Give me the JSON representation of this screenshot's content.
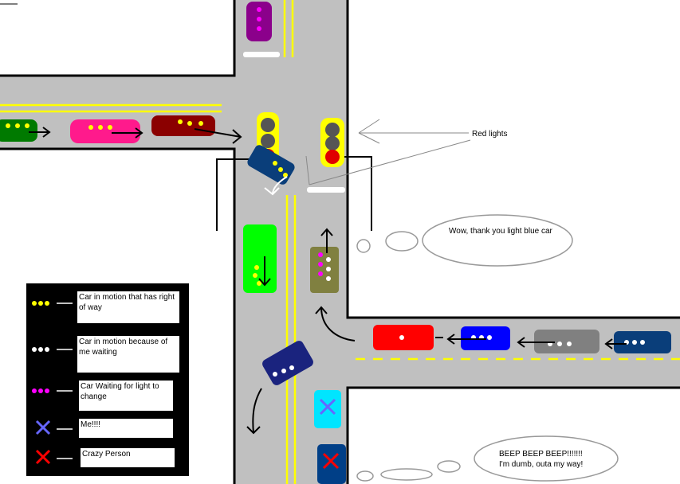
{
  "annotation": {
    "red_lights_label": "Red lights"
  },
  "bubbles": {
    "thanks": "Wow, thank you light blue car",
    "beep_line1": "BEEP BEEP BEEP!!!!!!!",
    "beep_line2": "I'm dumb, outa my way!"
  },
  "legend": {
    "items": [
      {
        "label": "Car in motion that has right of way",
        "icon": "yellow-dots-icon",
        "color": "#ffff00"
      },
      {
        "label": "Car in motion because of me waiting",
        "icon": "white-dots-icon",
        "color": "#ffffff"
      },
      {
        "label": "Car Waiting for light to change",
        "icon": "magenta-dots-icon",
        "color": "#ff00ff"
      },
      {
        "label": "Me!!!!",
        "icon": "blue-x-icon",
        "color": "#6666ff"
      },
      {
        "label": "Crazy Person",
        "icon": "red-x-icon",
        "color": "#ff0000"
      }
    ]
  },
  "colors": {
    "road": "#c0c0c0",
    "yellow_line": "#ffff00",
    "light_blue_car": "#0a3e7a",
    "my_car": "#00e5ff",
    "crazy_car": "#003f87"
  }
}
